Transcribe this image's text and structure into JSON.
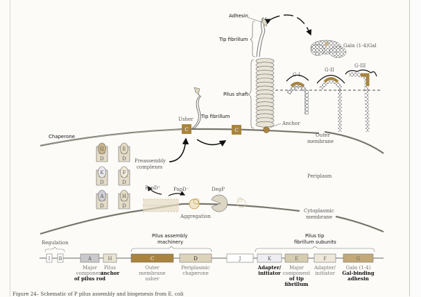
{
  "figure": {
    "labels": {
      "adhesin": "Adhesin",
      "tip_fibrillum_top": "Tip fibrillum",
      "pilus_shaft": "Pilus shaft",
      "anchor": "Anchor",
      "gal_receptor": "Galα (1-4)Gal",
      "g1": "G-I",
      "g2": "G-II",
      "g3": "G-III",
      "usher": "Usher",
      "tip_fibrillum_mid": "Tip fibrillum",
      "chaperone": "Chaperone",
      "outer_membrane_1": "Outer",
      "outer_membrane_2": "membrane",
      "preassembly_1": "Preassembly",
      "preassembly_2": "complexes",
      "periplasm": "Periplasm",
      "papd_plus": "PapD⁺",
      "papd_minus": "PapD⁻",
      "degp": "DegP",
      "aggregation": "Aggregation",
      "cyto_1": "Cytoplasmic",
      "cyto_2": "membrane",
      "usher_protein": "C"
    },
    "complexes": [
      {
        "subunit": "G",
        "chaperone": "D",
        "color": "#c9b48a"
      },
      {
        "subunit": "E",
        "chaperone": "D",
        "color": "#e6dcc4"
      },
      {
        "subunit": "K",
        "chaperone": "D",
        "color": "#eaeaf0"
      },
      {
        "subunit": "F",
        "chaperone": "D",
        "color": "#f0ead8"
      },
      {
        "subunit": "A",
        "chaperone": "D",
        "color": "#cfcfd6"
      },
      {
        "subunit": "H",
        "chaperone": "D",
        "color": "#e6dcc4"
      }
    ],
    "operon": {
      "regulation_label": "Regulation",
      "assembly_label_1": "Pilus assembly",
      "assembly_label_2": "machinery",
      "tip_label_1": "Pilus tip",
      "tip_label_2": "fibrillum subunits",
      "genes": [
        {
          "name": "I",
          "color": "#ffffff",
          "text_color": "#555",
          "desc": []
        },
        {
          "name": "B",
          "color": "#ffffff",
          "text_color": "#555",
          "desc": []
        },
        {
          "name": "A",
          "color": "#c9c9cc",
          "text_color": "#555",
          "desc": [
            "Major",
            "component",
            "of pilus rod"
          ]
        },
        {
          "name": "H",
          "color": "#e9e3d2",
          "text_color": "#666",
          "desc": [
            "Pilus",
            "anchor"
          ]
        },
        {
          "name": "C",
          "color": "#a9843e",
          "text_color": "#fff",
          "desc": [
            "Outer",
            "membrane",
            "usher"
          ]
        },
        {
          "name": "D",
          "color": "#ddd3bb",
          "text_color": "#111",
          "desc": [
            "Periplasmic",
            "chaperone"
          ]
        },
        {
          "name": "J",
          "color": "#ffffff",
          "text_color": "#555",
          "desc": []
        },
        {
          "name": "K",
          "color": "#eeeef2",
          "text_color": "#555",
          "desc": [
            "Adapter/",
            "initiator"
          ]
        },
        {
          "name": "E",
          "color": "#d6ccb0",
          "text_color": "#666",
          "desc": [
            "Major",
            "component",
            "of tip",
            "fibrillum"
          ]
        },
        {
          "name": "F",
          "color": "#ede8da",
          "text_color": "#666",
          "desc": [
            "Adapter/",
            "initiator"
          ]
        },
        {
          "name": "G",
          "color": "#c3a978",
          "text_color": "#666",
          "desc": [
            "Galα (1-4)",
            "Gal-binding",
            "adhesin"
          ]
        }
      ]
    },
    "caption": "Figure 24–  Schematic of P pilus assembly and biogenesis from E. coli"
  }
}
